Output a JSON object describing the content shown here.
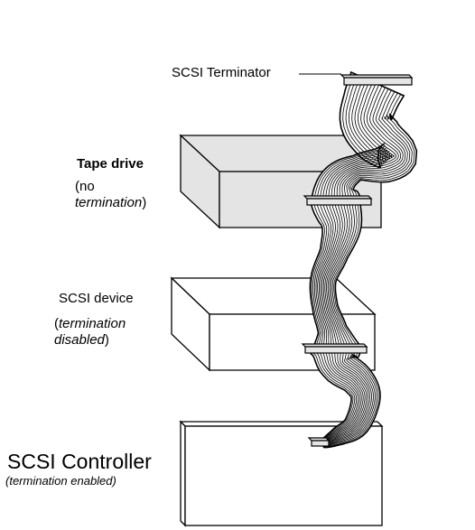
{
  "diagram": {
    "terminator": {
      "label": "SCSI Terminator"
    },
    "tape_drive": {
      "title": "Tape drive",
      "note_open": "(no",
      "note_term": "termination",
      "note_close": ")"
    },
    "scsi_device": {
      "title": "SCSI device",
      "note_open": "(",
      "note_term": "termination",
      "note_disabled": "disabled",
      "note_close": ")"
    },
    "controller": {
      "title": "SCSI Controller",
      "note": "(termination enabled)"
    }
  },
  "colors": {
    "tape_drive_fill": "#e4e4e4",
    "scsi_device_fill": "#ffffff",
    "controller_fill": "#ffffff",
    "cable_fill": "#ffffff",
    "connector_fill": "#e6e6e6",
    "stroke": "#000000"
  }
}
